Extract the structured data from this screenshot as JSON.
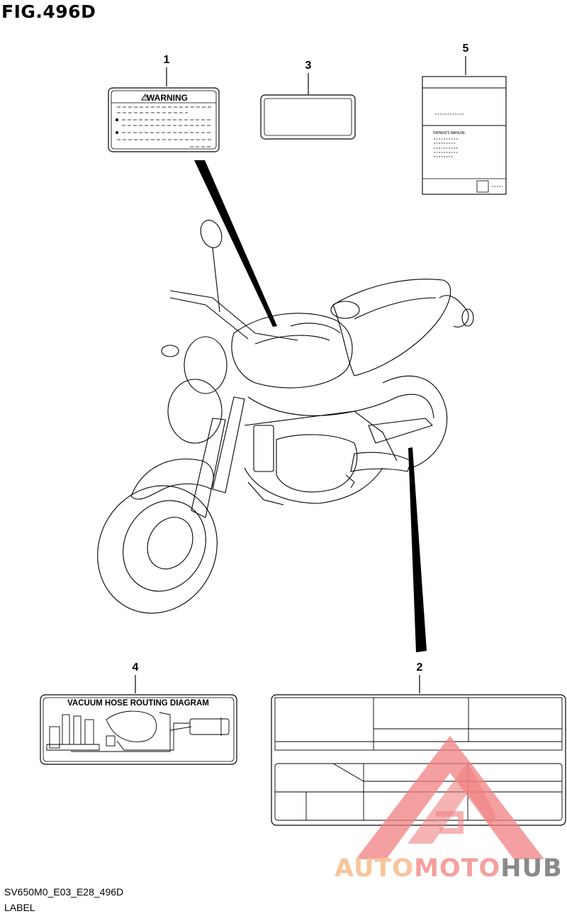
{
  "figure": {
    "title": "FIG.496D",
    "code": "SV650M0_E03_E28_496D",
    "caption": "LABEL"
  },
  "callouts": [
    "1",
    "2",
    "3",
    "4",
    "5"
  ],
  "labels": {
    "warning_label": {
      "heading": "WARNING"
    },
    "vacuum_label": {
      "heading": "VACUUM HOSE ROUTING DIAGRAM"
    },
    "manual": {
      "heading": "OWNER'S MANUAL"
    }
  },
  "watermark": {
    "text_part1": "AUTO",
    "text_part2": "MOTO",
    "text_part3": "HUB",
    "colors": {
      "auto": "#f7c59b",
      "moto": "#f4a09c",
      "hub": "#8a8a8a",
      "logo": "#f08080"
    }
  }
}
